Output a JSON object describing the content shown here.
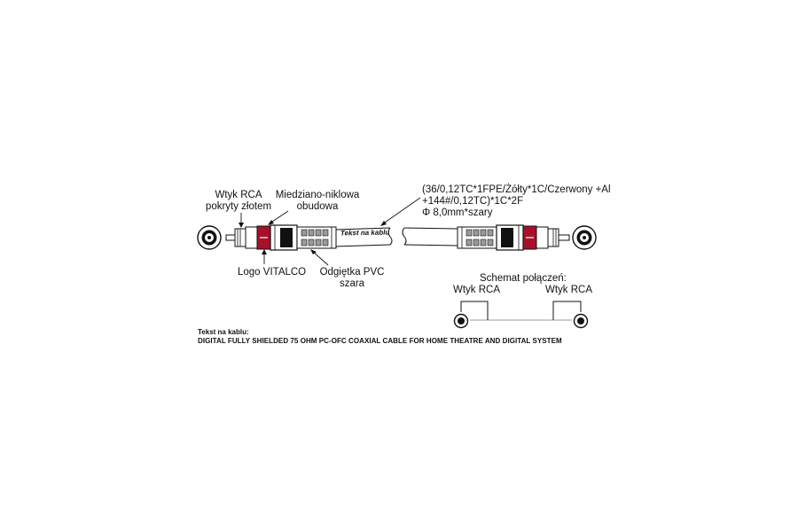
{
  "labels": {
    "plug_line1": "Wtyk RCA",
    "plug_line2": "pokryty złotem",
    "housing_line1": "Miedziano-niklowa",
    "housing_line2": "obudowa",
    "logo": "Logo VITALCO",
    "strain_line1": "Odgiętka PVC",
    "strain_line2": "szara",
    "cable_text": "Tekst na kablu"
  },
  "spec": {
    "line1": "(36/0,12TC*1FPE/Żółty*1C/Czerwony +Al",
    "line2": "+144#/0,12TC)*1C*2F",
    "line3": "Φ 8,0mm*szary"
  },
  "schematic": {
    "title": "Schemat połączeń:",
    "left": "Wtyk RCA",
    "right": "Wtyk RCA"
  },
  "note": {
    "heading": "Tekst na kablu:",
    "text": "DIGITAL FULLY SHIELDED 75 OHM PC-OFC COAXIAL CABLE FOR HOME THEATRE AND DIGITAL SYSTEM"
  },
  "colors": {
    "ink": "#111111",
    "band": "#a8102a",
    "grey": "#9a9a9a"
  }
}
